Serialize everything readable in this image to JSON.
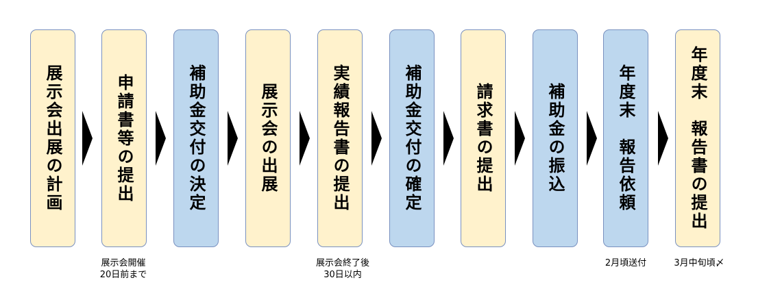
{
  "steps": [
    {
      "label": "展示会出展の計画",
      "color": "yellow"
    },
    {
      "label": "申請書等の提出",
      "color": "yellow"
    },
    {
      "label": "補助金交付の決定",
      "color": "blue"
    },
    {
      "label": "展示会の出展",
      "color": "yellow"
    },
    {
      "label": "実績報告書の提出",
      "color": "yellow"
    },
    {
      "label": "補助金交付の確定",
      "color": "blue"
    },
    {
      "label": "請求書の提出",
      "color": "yellow"
    },
    {
      "label": "補助金の振込",
      "color": "blue"
    },
    {
      "label": "年度末　報告依頼",
      "color": "blue"
    },
    {
      "label": "年度末　報告書の提出",
      "color": "yellow"
    }
  ],
  "captions": {
    "step2": [
      "展示会開催",
      "20日前まで"
    ],
    "step5": [
      "展示会終了後",
      "30日以内"
    ],
    "step9": [
      "2月頃送付"
    ],
    "step10": [
      "3月中旬頃〆"
    ]
  },
  "colors": {
    "yellow": "#fff2cc",
    "blue": "#bdd7ee",
    "border": "#7890bf"
  }
}
